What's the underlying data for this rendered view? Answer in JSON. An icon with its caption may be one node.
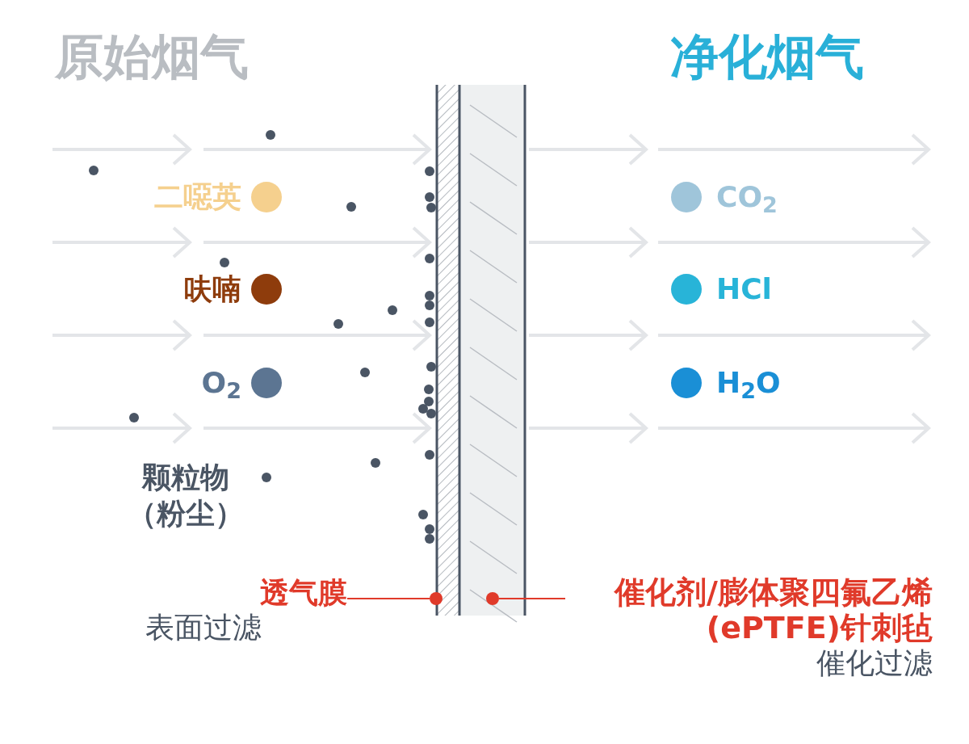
{
  "diagram": {
    "nodes": [
      {
        "text": [
          "透气膜",
          "表面过滤"
        ]
      },
      {
        "text": [],
        "shape": "circle"
      },
      {
        "text": [
          "催化剂/膨体聚四氟乙烯(ePTFE)针刺毡",
          "催化过滤"
        ]
      },
      {
        "text": [],
        "shape": "circle"
      }
    ],
    "edges": [
      {
        "from": 0,
        "to": 1,
        "arrow": "none",
        "color": "#e03a2a"
      },
      {
        "from": 2,
        "to": 3,
        "arrow": "none",
        "color": "#e03a2a"
      }
    ],
    "labels": [
      "原始烟气",
      "净化烟气",
      "颗粒物（粉尘）"
    ],
    "legend": [
      {
        "text": "二噁英",
        "color": "#f5d08e"
      },
      {
        "text": "呋喃",
        "color": "#8e3c0c"
      },
      {
        "text": "O$_{2}$",
        "color": "#5c7592"
      },
      {
        "text": "CO$_{2}$",
        "color": "#9fc5da"
      },
      {
        "text": "HCl",
        "color": "#28b4d8"
      },
      {
        "text": "H$_{2}$O",
        "color": "#1a8fd6"
      }
    ]
  }
}
